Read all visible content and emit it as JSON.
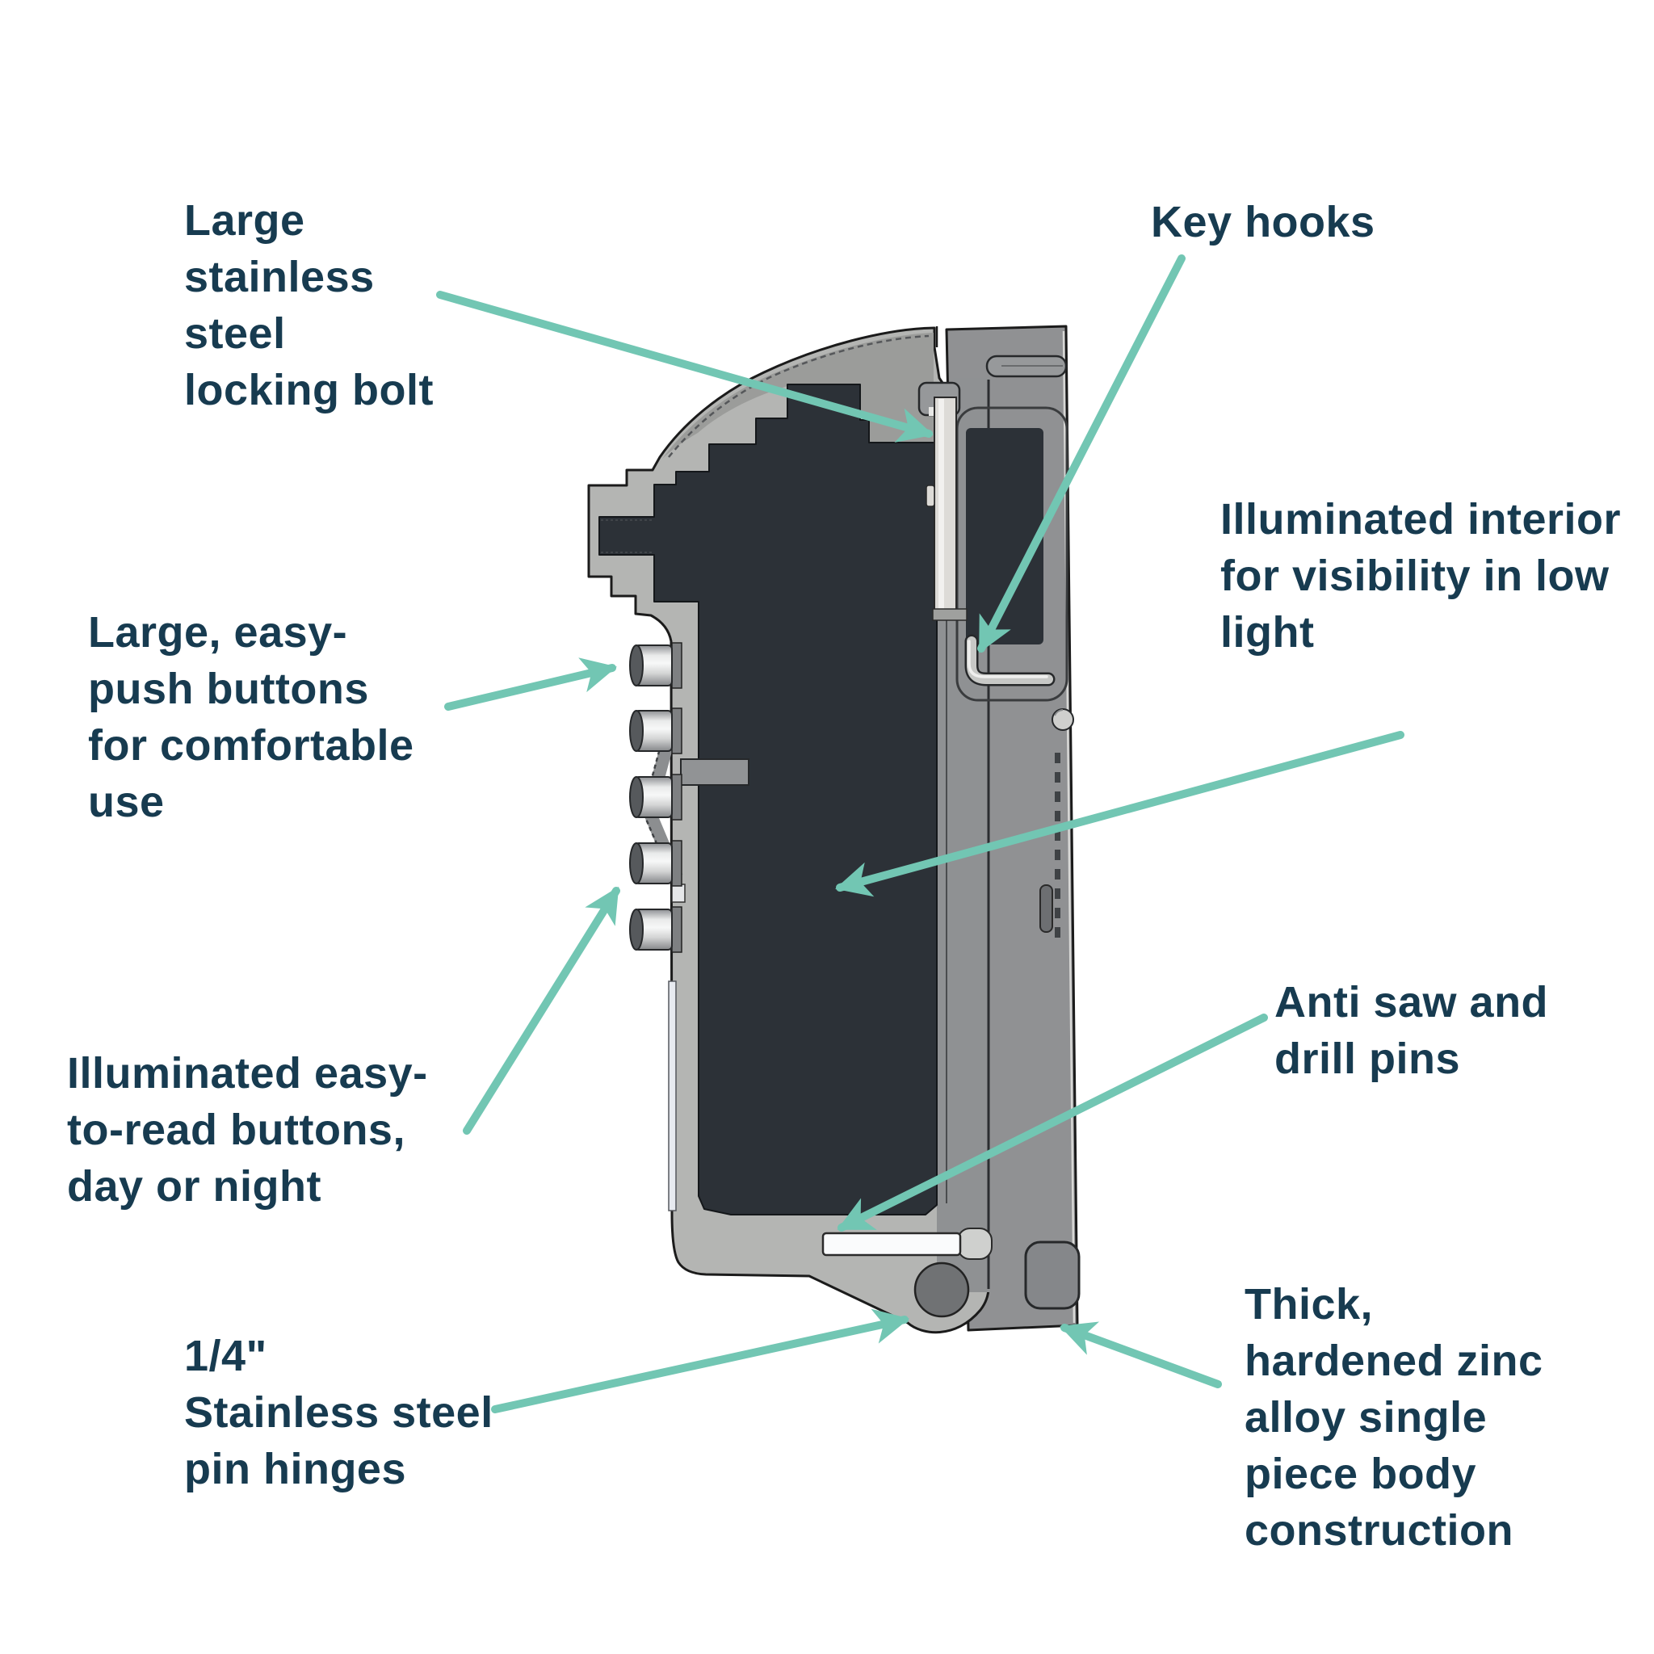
{
  "title": "Key safe cutaway feature diagram",
  "colors": {
    "background": "#FFFFFF",
    "accent_teal": "#72C6B3",
    "label_text": "#173B50",
    "shell_light": "#B4B5B3",
    "shell_mid": "#9B9C9A",
    "back_plate": "#909193",
    "interior_dark": "#2C3137",
    "metal_light": "#DDDBD7",
    "pin_white": "#FAFBFC"
  },
  "annotations": [
    {
      "id": "locking-bolt",
      "text": "Large\nstainless\nsteel\nlocking bolt",
      "target": "locking-bolt"
    },
    {
      "id": "key-hooks",
      "text": "Key hooks",
      "target": "key-hook"
    },
    {
      "id": "illuminated-interior",
      "text": "Illuminated interior\nfor visibility in low\nlight",
      "target": "interior-cavity"
    },
    {
      "id": "easy-push-buttons",
      "text": "Large, easy-\npush buttons\nfor comfortable\nuse",
      "target": "keypad-button-1"
    },
    {
      "id": "illuminated-buttons",
      "text": "Illuminated easy-\nto-read buttons,\nday or night",
      "target": "keypad-button-4"
    },
    {
      "id": "anti-saw-drill-pins",
      "text": "Anti saw and\ndrill pins",
      "target": "anti-saw-pin"
    },
    {
      "id": "pin-hinges",
      "text": "1/4\"\nStainless steel\npin hinges",
      "target": "hinge-pin"
    },
    {
      "id": "zinc-body",
      "text": "Thick,\nhardened zinc\nalloy single\npiece body\nconstruction",
      "target": "body-shell"
    }
  ]
}
